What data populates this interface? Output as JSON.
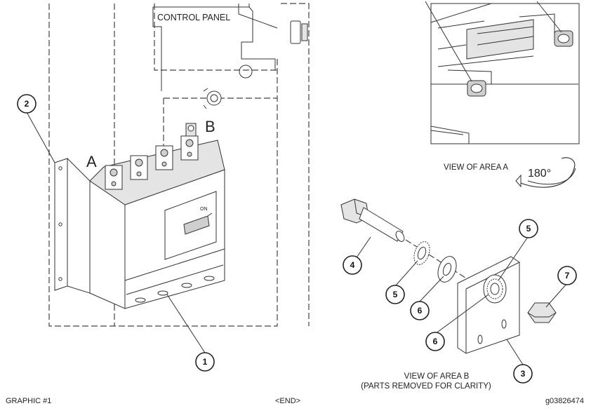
{
  "labels": {
    "control_panel": "CONTROL PANEL",
    "area_a": "A",
    "area_b": "B",
    "view_area_a": "VIEW OF AREA  A",
    "rotation": "180°",
    "view_area_b_line1": "VIEW OF AREA B",
    "view_area_b_line2": "(PARTS REMOVED FOR CLARITY)"
  },
  "callouts": {
    "c1": "1",
    "c2": "2",
    "c3": "3",
    "c4": "4",
    "c5a": "5",
    "c5b": "5",
    "c6a": "6",
    "c6b": "6",
    "c7": "7"
  },
  "footer": {
    "left": "GRAPHIC  #1",
    "center": "<END>",
    "right": "g03826474"
  }
}
